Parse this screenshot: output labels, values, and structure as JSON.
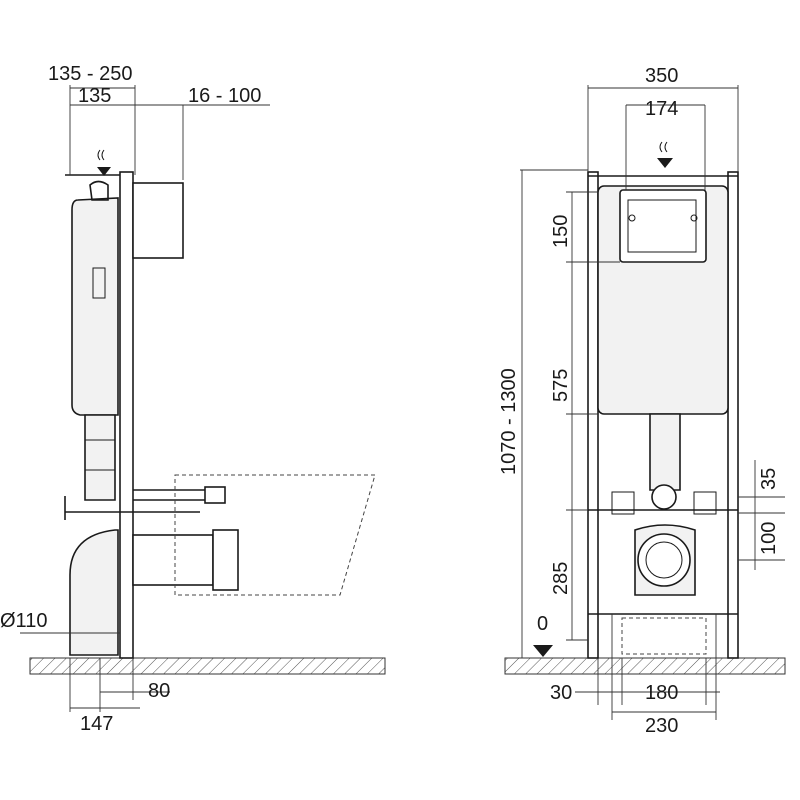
{
  "side_view": {
    "dim_depth_range": "135 - 250",
    "dim_depth": "135",
    "dim_offset_range": "16 - 100",
    "dim_pipe_diameter": "Ø110",
    "dim_80": "80",
    "dim_147": "147"
  },
  "front_view": {
    "dim_width": "350",
    "dim_plate_width": "174",
    "dim_plate_height": "150",
    "dim_tank_height": "575",
    "dim_total_height": "1070 - 1300",
    "dim_35": "35",
    "dim_100": "100",
    "dim_285": "285",
    "dim_zero": "0",
    "dim_30": "30",
    "dim_180": "180",
    "dim_230": "230"
  }
}
